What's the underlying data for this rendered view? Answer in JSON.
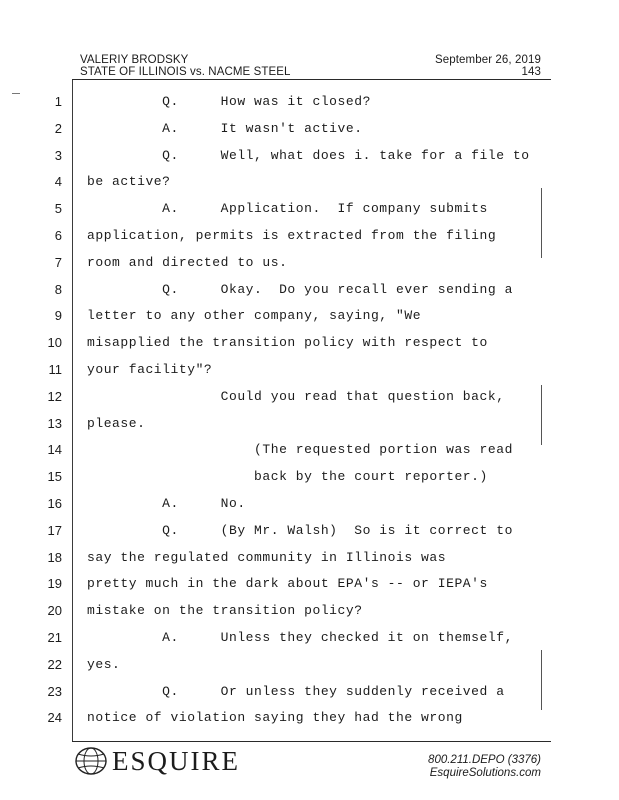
{
  "header": {
    "witness": "VALERIY BRODSKY",
    "case": "STATE OF ILLINOIS vs. NACME STEEL",
    "date": "September 26, 2019",
    "page": "143"
  },
  "lines": [
    {
      "n": "1",
      "t": "         Q.     How was it closed?"
    },
    {
      "n": "2",
      "t": "         A.     It wasn't active."
    },
    {
      "n": "3",
      "t": "         Q.     Well, what does i. take for a file to"
    },
    {
      "n": "4",
      "t": "be active?"
    },
    {
      "n": "5",
      "t": "         A.     Application.  If company submits"
    },
    {
      "n": "6",
      "t": "application, permits is extracted from the filing"
    },
    {
      "n": "7",
      "t": "room and directed to us."
    },
    {
      "n": "8",
      "t": "         Q.     Okay.  Do you recall ever sending a"
    },
    {
      "n": "9",
      "t": "letter to any other company, saying, \"We"
    },
    {
      "n": "10",
      "t": "misapplied the transition policy with respect to"
    },
    {
      "n": "11",
      "t": "your facility\"?"
    },
    {
      "n": "12",
      "t": "                Could you read that question back,"
    },
    {
      "n": "13",
      "t": "please."
    },
    {
      "n": "14",
      "t": "                    (The requested portion was read"
    },
    {
      "n": "15",
      "t": "                    back by the court reporter.)"
    },
    {
      "n": "16",
      "t": "         A.     No."
    },
    {
      "n": "17",
      "t": "         Q.     (By Mr. Walsh)  So is it correct to"
    },
    {
      "n": "18",
      "t": "say the regulated community in Illinois was"
    },
    {
      "n": "19",
      "t": "pretty much in the dark about EPA's -- or IEPA's"
    },
    {
      "n": "20",
      "t": "mistake on the transition policy?"
    },
    {
      "n": "21",
      "t": "         A.     Unless they checked it on themself,"
    },
    {
      "n": "22",
      "t": "yes."
    },
    {
      "n": "23",
      "t": "         Q.     Or unless they suddenly received a"
    },
    {
      "n": "24",
      "t": "notice of violation saying they had the wrong"
    }
  ],
  "footer": {
    "logo_text": "ESQUIRE",
    "phone": "800.211.DEPO (3376)",
    "website": "EsquireSolutions.com"
  }
}
